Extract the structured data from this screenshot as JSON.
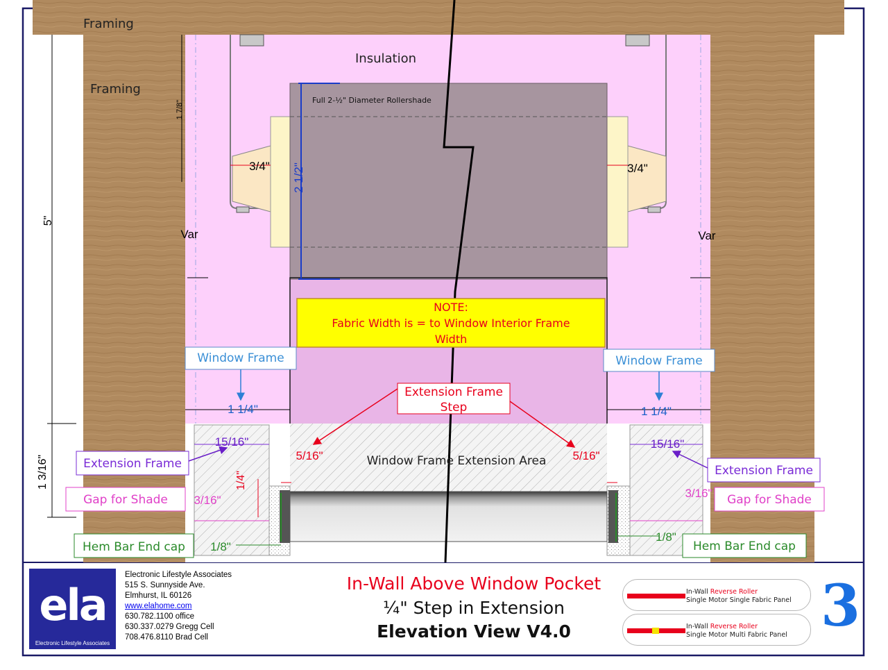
{
  "labels": {
    "framing_top": "Framing",
    "framing_left": "Framing",
    "insulation": "Insulation",
    "rollershade": "Full 2-½\" Diameter Rollershade",
    "note_line1": "NOTE:",
    "note_line2": "Fabric Width is = to Window Interior Frame",
    "note_line3": "Width",
    "window_frame_left": "Window Frame",
    "window_frame_right": "Window Frame",
    "ext_step_line1": "Extension Frame",
    "ext_step_line2": "Step",
    "ext_area": "Window Frame Extension Area",
    "ext_frame_left": "Extension Frame",
    "ext_frame_right": "Extension Frame",
    "gap_left": "Gap for Shade",
    "gap_right": "Gap for Shade",
    "hem_left": "Hem Bar End cap",
    "hem_right": "Hem Bar End cap"
  },
  "dimensions": {
    "five_in": "5\"",
    "one_seven_eighths": "1 7/8\"",
    "two_half": "2 1/2\"",
    "three_quarter_left": "3/4\"",
    "three_quarter_right": "3/4\"",
    "var_left": "Var",
    "var_right": "Var",
    "one_quarter_left": "1 1/4\"",
    "one_quarter_right": "1 1/4\"",
    "one_three_sixteenths": "1 3/16\"",
    "fifteen_sixteenths_left": "15/16\"",
    "fifteen_sixteenths_right": "15/16\"",
    "five_sixteenths_left": "5/16\"",
    "five_sixteenths_right": "5/16\"",
    "quarter": "1/4\"",
    "three_sixteenths_left": "3/16\"",
    "three_sixteenths_right": "3/16\"",
    "eighth_left": "1/8\"",
    "eighth_right": "1/8\""
  },
  "title_block": {
    "logo_text": "ela",
    "logo_caption": "Electronic Lifestyle Associates",
    "company": "Electronic Lifestyle Associates",
    "address1": "515 S. Sunnyside Ave.",
    "address2": "Elmhurst, IL 60126",
    "website": "www.elahome.com",
    "phone_office": "630.782.1100 office",
    "phone_gregg": "630.337.0279 Gregg Cell",
    "phone_brad": "708.476.8110 Brad Cell",
    "title1": "In-Wall Above Window Pocket",
    "title2": "¼\" Step in Extension",
    "title3": "Elevation View V4.0",
    "pill1_prefix": "In-Wall ",
    "pill1_red": "Reverse Roller",
    "pill1_line2": "Single Motor Single Fabric Panel",
    "pill2_prefix": "In-Wall ",
    "pill2_red": "Reverse Roller",
    "pill2_line2": "Single Motor Multi Fabric Panel",
    "sheet_number": "3"
  },
  "colors": {
    "wood": "#b08a5f",
    "insulation": "#fdd0fb",
    "rollershade": "#a7959f",
    "bracket": "#fbe7c4",
    "note_bg": "#ffff00",
    "note_text": "#e8001c",
    "window_frame_label": "#3a8fd6",
    "extension_frame_label": "#7a2bd6",
    "gap_label": "#e040c8",
    "hem_label": "#2a8a2a",
    "ext_step_label": "#e8001c",
    "sheet_number": "#1a6fe0",
    "logo_bg": "#26299a"
  }
}
